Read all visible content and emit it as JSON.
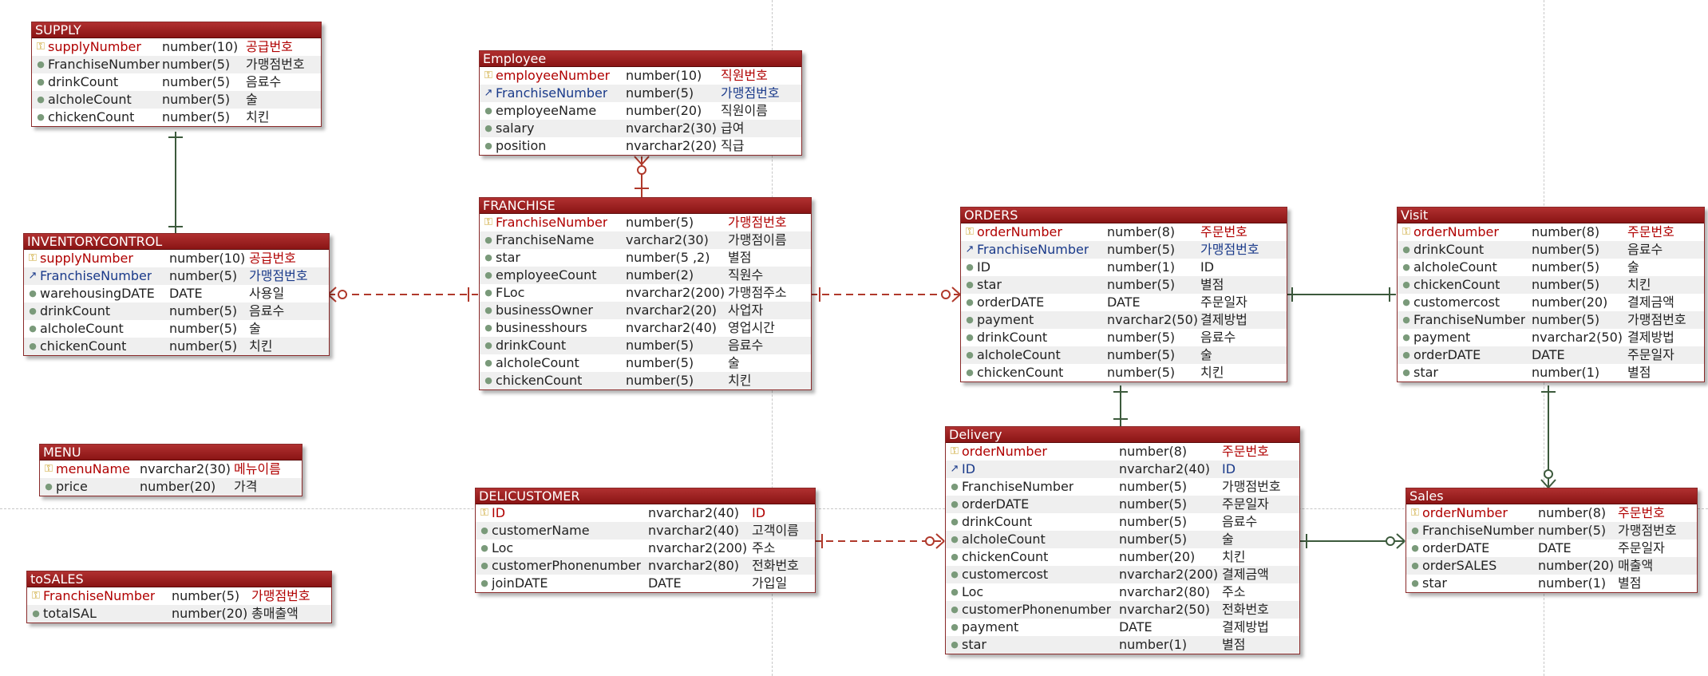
{
  "tables": [
    {
      "id": "supply",
      "title": "SUPPLY",
      "cols": {
        "type": 163,
        "cmt": 268
      },
      "rows": [
        {
          "key": "pk",
          "name": "supplyNumber",
          "type": "number(10)",
          "cmt": "공급번호"
        },
        {
          "key": "",
          "name": "FranchiseNumber",
          "type": "number(5)",
          "cmt": "가맹점번호"
        },
        {
          "key": "",
          "name": "drinkCount",
          "type": "number(5)",
          "cmt": "음료수"
        },
        {
          "key": "",
          "name": "alcholeCount",
          "type": "number(5)",
          "cmt": "술"
        },
        {
          "key": "",
          "name": "chickenCount",
          "type": "number(5)",
          "cmt": "치킨"
        }
      ]
    },
    {
      "id": "inventorycontrol",
      "title": "INVENTORYCONTROL",
      "cols": {
        "type": 182,
        "cmt": 282
      },
      "rows": [
        {
          "key": "pkfk",
          "name": "supplyNumber",
          "type": "number(10)",
          "cmt": "공급번호"
        },
        {
          "key": "fk",
          "name": "FranchiseNumber",
          "type": "number(5)",
          "cmt": "가맹점번호"
        },
        {
          "key": "",
          "name": "warehousingDATE",
          "type": "DATE",
          "cmt": "사용일"
        },
        {
          "key": "",
          "name": "drinkCount",
          "type": "number(5)",
          "cmt": "음료수"
        },
        {
          "key": "",
          "name": "alcholeCount",
          "type": "number(5)",
          "cmt": "술"
        },
        {
          "key": "",
          "name": "chickenCount",
          "type": "number(5)",
          "cmt": "치킨"
        }
      ]
    },
    {
      "id": "menu",
      "title": "MENU",
      "cols": {
        "type": 125,
        "cmt": 243
      },
      "rows": [
        {
          "key": "pk",
          "name": "menuName",
          "type": "nvarchar2(30)",
          "cmt": "메뉴이름"
        },
        {
          "key": "",
          "name": "price",
          "type": "number(20)",
          "cmt": "가격"
        }
      ]
    },
    {
      "id": "tosales",
      "title": "toSALES",
      "cols": {
        "type": 181,
        "cmt": 281
      },
      "rows": [
        {
          "key": "pk",
          "name": "FranchiseNumber",
          "type": "number(5)",
          "cmt": "가맹점번호"
        },
        {
          "key": "",
          "name": "totalSAL",
          "type": "number(20)",
          "cmt": "총매출액"
        }
      ]
    },
    {
      "id": "employee",
      "title": "Employee",
      "cols": {
        "type": 183,
        "cmt": 302
      },
      "rows": [
        {
          "key": "pk",
          "name": "employeeNumber",
          "type": "number(10)",
          "cmt": "직원번호"
        },
        {
          "key": "fk",
          "name": "FranchiseNumber",
          "type": "number(5)",
          "cmt": "가맹점번호"
        },
        {
          "key": "",
          "name": "employeeName",
          "type": "number(20)",
          "cmt": "직원이름"
        },
        {
          "key": "",
          "name": "salary",
          "type": "nvarchar2(30)",
          "cmt": "급여"
        },
        {
          "key": "",
          "name": "position",
          "type": "nvarchar2(20)",
          "cmt": "직급"
        }
      ]
    },
    {
      "id": "franchise",
      "title": "FRANCHISE",
      "cols": {
        "type": 183,
        "cmt": 311
      },
      "rows": [
        {
          "key": "pk",
          "name": "FranchiseNumber",
          "type": "number(5)",
          "cmt": "가맹점번호"
        },
        {
          "key": "",
          "name": "FranchiseName",
          "type": "varchar2(30)",
          "cmt": "가맹점이름"
        },
        {
          "key": "",
          "name": "star",
          "type": "number(5 ,2)",
          "cmt": "별점"
        },
        {
          "key": "",
          "name": "employeeCount",
          "type": "number(2)",
          "cmt": "직원수"
        },
        {
          "key": "",
          "name": "FLoc",
          "type": "nvarchar2(200)",
          "cmt": "가맹점주소"
        },
        {
          "key": "",
          "name": "businessOwner",
          "type": "nvarchar2(20)",
          "cmt": "사업자"
        },
        {
          "key": "",
          "name": "businesshours",
          "type": "nvarchar2(40)",
          "cmt": "영업시간"
        },
        {
          "key": "",
          "name": "drinkCount",
          "type": "number(5)",
          "cmt": "음료수"
        },
        {
          "key": "",
          "name": "alcholeCount",
          "type": "number(5)",
          "cmt": "술"
        },
        {
          "key": "",
          "name": "chickenCount",
          "type": "number(5)",
          "cmt": "치킨"
        }
      ]
    },
    {
      "id": "delicustomer",
      "title": "DELICUSTOMER",
      "cols": {
        "type": 216,
        "cmt": 346
      },
      "rows": [
        {
          "key": "pk",
          "name": "ID",
          "type": "nvarchar2(40)",
          "cmt": "ID"
        },
        {
          "key": "",
          "name": "customerName",
          "type": "nvarchar2(40)",
          "cmt": "고객이름"
        },
        {
          "key": "",
          "name": "Loc",
          "type": "nvarchar2(200)",
          "cmt": "주소"
        },
        {
          "key": "",
          "name": "customerPhonenumber",
          "type": "nvarchar2(80)",
          "cmt": "전화번호"
        },
        {
          "key": "",
          "name": "joinDATE",
          "type": "DATE",
          "cmt": "가입일"
        }
      ]
    },
    {
      "id": "orders",
      "title": "ORDERS",
      "cols": {
        "type": 183,
        "cmt": 300
      },
      "rows": [
        {
          "key": "pk",
          "name": "orderNumber",
          "type": "number(8)",
          "cmt": "주문번호"
        },
        {
          "key": "fk",
          "name": "FranchiseNumber",
          "type": "number(5)",
          "cmt": "가맹점번호"
        },
        {
          "key": "",
          "name": "ID",
          "type": "number(1)",
          "cmt": "ID"
        },
        {
          "key": "",
          "name": "star",
          "type": "number(5)",
          "cmt": "별점"
        },
        {
          "key": "",
          "name": "orderDATE",
          "type": "DATE",
          "cmt": "주문일자"
        },
        {
          "key": "",
          "name": "payment",
          "type": "nvarchar2(50)",
          "cmt": "결제방법"
        },
        {
          "key": "",
          "name": "drinkCount",
          "type": "number(5)",
          "cmt": "음료수"
        },
        {
          "key": "",
          "name": "alcholeCount",
          "type": "number(5)",
          "cmt": "술"
        },
        {
          "key": "",
          "name": "chickenCount",
          "type": "number(5)",
          "cmt": "치킨"
        }
      ]
    },
    {
      "id": "delivery",
      "title": "Delivery",
      "cols": {
        "type": 217,
        "cmt": 346
      },
      "rows": [
        {
          "key": "pkfk",
          "name": "orderNumber",
          "type": "number(8)",
          "cmt": "주문번호"
        },
        {
          "key": "fk",
          "name": "ID",
          "type": "nvarchar2(40)",
          "cmt": "ID"
        },
        {
          "key": "",
          "name": "FranchiseNumber",
          "type": "number(5)",
          "cmt": "가맹점번호"
        },
        {
          "key": "",
          "name": "orderDATE",
          "type": "number(5)",
          "cmt": "주문일자"
        },
        {
          "key": "",
          "name": "drinkCount",
          "type": "number(5)",
          "cmt": "음료수"
        },
        {
          "key": "",
          "name": "alcholeCount",
          "type": "number(5)",
          "cmt": "술"
        },
        {
          "key": "",
          "name": "chickenCount",
          "type": "number(20)",
          "cmt": "치킨"
        },
        {
          "key": "",
          "name": "customercost",
          "type": "nvarchar2(200)",
          "cmt": "결제금액"
        },
        {
          "key": "",
          "name": "Loc",
          "type": "nvarchar2(80)",
          "cmt": "주소"
        },
        {
          "key": "",
          "name": "customerPhonenumber",
          "type": "nvarchar2(50)",
          "cmt": "전화번호"
        },
        {
          "key": "",
          "name": "payment",
          "type": "DATE",
          "cmt": "결제방법"
        },
        {
          "key": "",
          "name": "star",
          "type": "number(1)",
          "cmt": "별점"
        }
      ]
    },
    {
      "id": "visit",
      "title": "Visit",
      "cols": {
        "type": 168,
        "cmt": 288
      },
      "rows": [
        {
          "key": "pkfk",
          "name": "orderNumber",
          "type": "number(8)",
          "cmt": "주문번호"
        },
        {
          "key": "",
          "name": "drinkCount",
          "type": "number(5)",
          "cmt": "음료수"
        },
        {
          "key": "",
          "name": "alcholeCount",
          "type": "number(5)",
          "cmt": "술"
        },
        {
          "key": "",
          "name": "chickenCount",
          "type": "number(5)",
          "cmt": "치킨"
        },
        {
          "key": "",
          "name": "customercost",
          "type": "number(20)",
          "cmt": "결제금액"
        },
        {
          "key": "",
          "name": "FranchiseNumber",
          "type": "number(5)",
          "cmt": "가맹점번호"
        },
        {
          "key": "",
          "name": "payment",
          "type": "nvarchar2(50)",
          "cmt": "결제방법"
        },
        {
          "key": "",
          "name": "orderDATE",
          "type": "DATE",
          "cmt": "주문일자"
        },
        {
          "key": "",
          "name": "star",
          "type": "number(1)",
          "cmt": "별점"
        }
      ]
    },
    {
      "id": "sales",
      "title": "Sales",
      "cols": {
        "type": 165,
        "cmt": 265
      },
      "rows": [
        {
          "key": "pkfk",
          "name": "orderNumber",
          "type": "number(8)",
          "cmt": "주문번호"
        },
        {
          "key": "",
          "name": "FranchiseNumber",
          "type": "number(5)",
          "cmt": "가맹점번호"
        },
        {
          "key": "",
          "name": "orderDATE",
          "type": "DATE",
          "cmt": "주문일자"
        },
        {
          "key": "",
          "name": "orderSALES",
          "type": "number(20)",
          "cmt": "매출액"
        },
        {
          "key": "",
          "name": "star",
          "type": "number(1)",
          "cmt": "별점"
        }
      ]
    }
  ],
  "relationships": [
    {
      "from": "supply",
      "to": "inventorycontrol",
      "style": "identifying",
      "end_from": "one",
      "end_to": "one"
    },
    {
      "from": "inventorycontrol",
      "to": "franchise",
      "style": "non-identifying",
      "end_from": "zero-or-many",
      "end_to": "one"
    },
    {
      "from": "employee",
      "to": "franchise",
      "style": "identifying",
      "end_from": "zero-or-many",
      "end_to": "one"
    },
    {
      "from": "franchise",
      "to": "orders",
      "style": "non-identifying",
      "end_from": "one",
      "end_to": "zero-or-many"
    },
    {
      "from": "orders",
      "to": "visit",
      "style": "identifying",
      "end_from": "one",
      "end_to": "one"
    },
    {
      "from": "orders",
      "to": "delivery",
      "style": "identifying",
      "end_from": "one",
      "end_to": "one"
    },
    {
      "from": "visit",
      "to": "sales",
      "style": "identifying",
      "end_from": "one",
      "end_to": "zero-or-many"
    },
    {
      "from": "delicustomer",
      "to": "delivery",
      "style": "non-identifying",
      "end_from": "one",
      "end_to": "zero-or-many"
    },
    {
      "from": "delivery",
      "to": "sales",
      "style": "identifying",
      "end_from": "one",
      "end_to": "zero-or-many"
    }
  ],
  "colors": {
    "header": "#9a1f1f",
    "pk_text": "#b00000",
    "fk_text": "#1a3a8a",
    "identifying_line": "#3c5a3c",
    "non_identifying_line": "#b0392b"
  }
}
